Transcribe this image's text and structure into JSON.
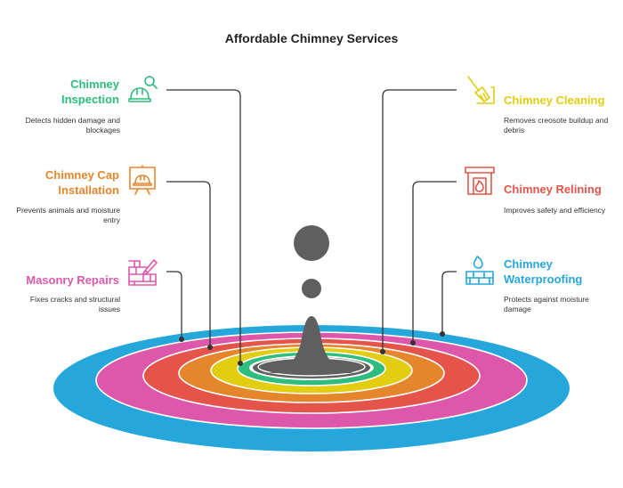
{
  "title": "Affordable Chimney Services",
  "colors": {
    "green": "#2dbd7e",
    "yellow": "#e2cd10",
    "orange": "#e5862c",
    "red": "#e5544b",
    "pink": "#dd58ab",
    "blue": "#26a7dc",
    "drop": "#5f5f5f"
  },
  "services": [
    {
      "key": "inspection",
      "side": "left",
      "title": "Chimney\nInspection",
      "description": "Detects hidden damage and\nblockages",
      "icon": "inspector-hardhat-magnifier-icon",
      "color": "#2dbd7e"
    },
    {
      "key": "cap",
      "side": "left",
      "title": "Chimney Cap\nInstallation",
      "description": "Prevents animals and moisture\nentry",
      "icon": "hardhat-presentation-board-icon",
      "color": "#e5862c"
    },
    {
      "key": "masonry",
      "side": "left",
      "title": "Masonry Repairs",
      "description": "Fixes cracks and structural\nissues",
      "icon": "brick-wall-trowel-icon",
      "color": "#dd58ab"
    },
    {
      "key": "cleaning",
      "side": "right",
      "title": "Chimney Cleaning",
      "description": "Removes creosote buildup and\ndebris",
      "icon": "sweeping-broom-icon",
      "color": "#e2cd10"
    },
    {
      "key": "relining",
      "side": "right",
      "title": "Chimney Relining",
      "description": "Improves safety and efficiency",
      "icon": "fireplace-flame-icon",
      "color": "#e5544b"
    },
    {
      "key": "waterproofing",
      "side": "right",
      "title": "Chimney\nWaterproofing",
      "description": "Protects against moisture\ndamage",
      "icon": "brick-wall-water-drop-icon",
      "color": "#26a7dc"
    }
  ]
}
